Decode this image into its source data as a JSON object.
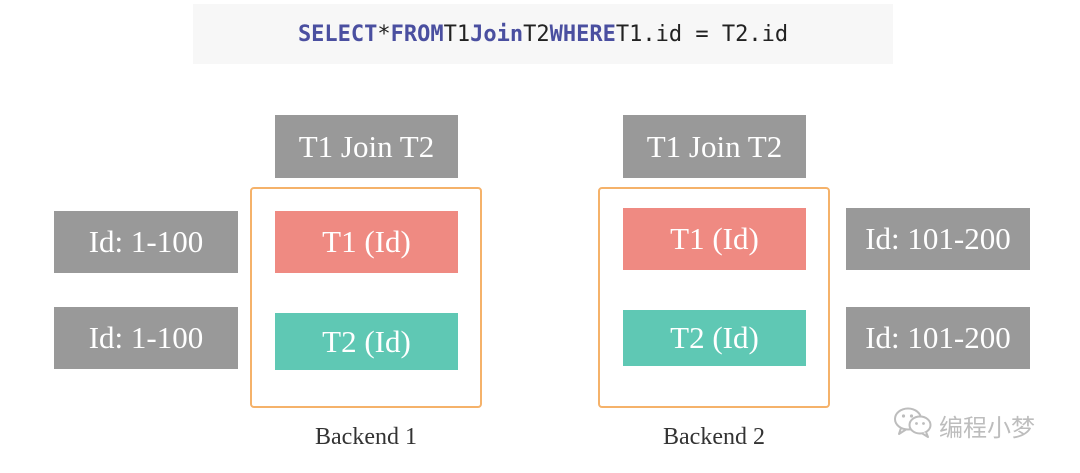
{
  "sql": {
    "select_kw": "SELECT",
    "star": "*",
    "from_kw": "FROM",
    "table1": "T1",
    "join_kw": "Join",
    "table2": "T2",
    "where_kw": "WHERE",
    "condition": "T1.id = T2.id"
  },
  "backends": [
    {
      "caption": "Backend 1",
      "join_label": "T1 Join T2",
      "t1_label": "T1 (Id)",
      "t2_label": "T2 (Id)",
      "t1_range": "Id: 1-100",
      "t2_range": "Id: 1-100"
    },
    {
      "caption": "Backend 2",
      "join_label": "T1 Join T2",
      "t1_label": "T1 (Id)",
      "t2_label": "T2 (Id)",
      "t1_range": "Id: 101-200",
      "t2_range": "Id: 101-200"
    }
  ],
  "watermark": {
    "text": "编程小梦",
    "icon": "wechat-icon"
  },
  "colors": {
    "gray_box": "#999999",
    "t1_box": "#ef8a82",
    "t2_box": "#5fc8b4",
    "frame": "#f5b26a",
    "sql_keyword": "#4a4fa0"
  }
}
